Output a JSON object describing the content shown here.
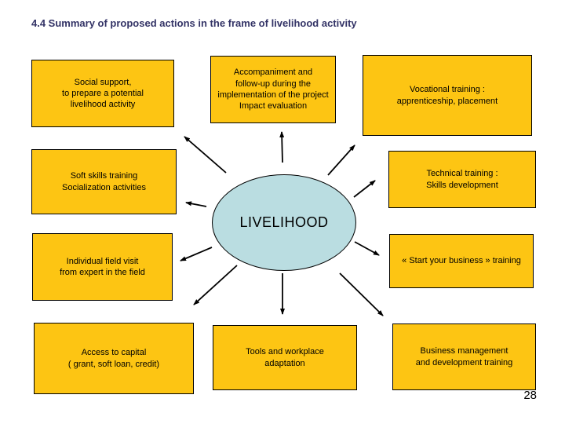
{
  "slide": {
    "title": "4.4 Summary of proposed actions in the frame of livelihood activity",
    "page_number": "28"
  },
  "center": {
    "label": "LIVELIHOOD"
  },
  "boxes": [
    {
      "id": "social-support",
      "text": "Social support,\nto prepare a potential\nlivelihood activity"
    },
    {
      "id": "accompaniment",
      "text": "Accompaniment and\nfollow-up during the\nimplementation of the project\nImpact evaluation"
    },
    {
      "id": "vocational-training",
      "text": "Vocational training :\napprenticeship, placement"
    },
    {
      "id": "soft-skills",
      "text": "Soft skills training\nSocialization activities"
    },
    {
      "id": "technical-training",
      "text": "Technical training  :\nSkills development"
    },
    {
      "id": "field-visit",
      "text": "Individual field visit\nfrom expert in the field"
    },
    {
      "id": "start-your-business",
      "text": "« Start your business » training"
    },
    {
      "id": "access-to-capital",
      "text": "Access to capital\n( grant, soft loan, credit)"
    },
    {
      "id": "tools-workplace",
      "text": "Tools and workplace\nadaptation"
    },
    {
      "id": "business-management",
      "text": "Business management\nand development training"
    }
  ],
  "connections": [
    {
      "from": "livelihood",
      "to": "social-support"
    },
    {
      "from": "livelihood",
      "to": "accompaniment"
    },
    {
      "from": "livelihood",
      "to": "vocational-training"
    },
    {
      "from": "livelihood",
      "to": "technical-training"
    },
    {
      "from": "livelihood",
      "to": "soft-skills"
    },
    {
      "from": "livelihood",
      "to": "field-visit"
    },
    {
      "from": "livelihood",
      "to": "start-your-business"
    },
    {
      "from": "livelihood",
      "to": "access-to-capital"
    },
    {
      "from": "livelihood",
      "to": "tools-workplace"
    },
    {
      "from": "livelihood",
      "to": "business-management"
    }
  ],
  "colors": {
    "box_fill": "#FDC513",
    "box_border": "#000000",
    "ellipse_fill": "#BADDE1",
    "title_text": "#333366",
    "background": "#FFFFFF"
  }
}
